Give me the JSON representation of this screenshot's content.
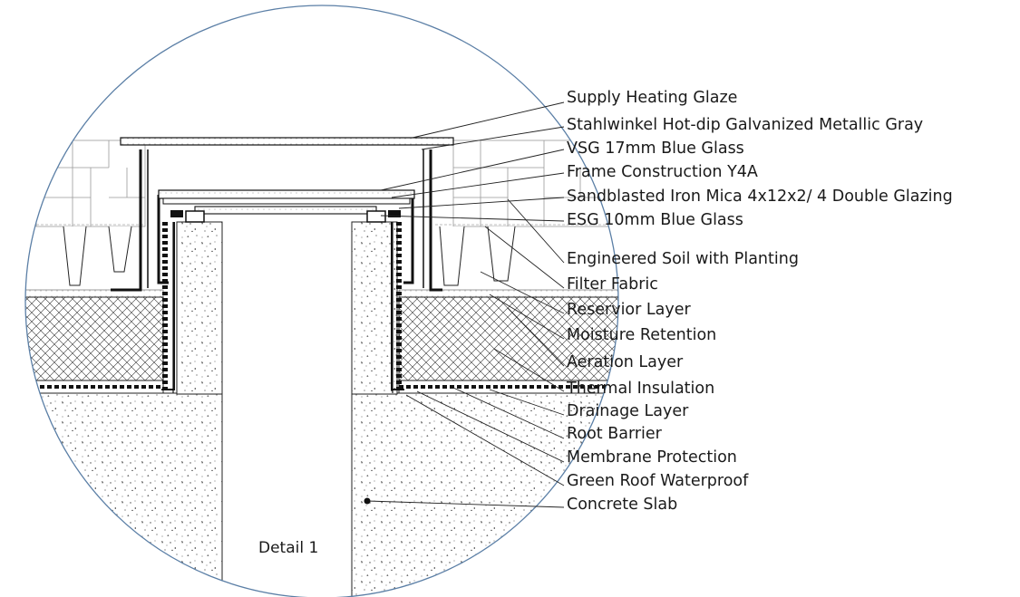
{
  "detail_title": "Detail 1",
  "labels": [
    "Supply Heating Glaze",
    "Stahlwinkel Hot-dip Galvanized Metallic Gray",
    "VSG 17mm Blue Glass",
    "Frame Construction Y4A",
    "Sandblasted Iron Mica 4x12x2/ 4 Double Glazing",
    "ESG 10mm Blue Glass",
    "Engineered Soil with Planting",
    "Filter Fabric",
    "Reservior Layer",
    "Moisture Retention",
    "Aeration Layer",
    "Thermal Insulation",
    "Drainage Layer",
    "Root Barrier",
    "Membrane Protection",
    "Green Roof Waterproof",
    "Concrete Slab"
  ],
  "colors": {
    "circle_outline": "#5b7fa6",
    "line": "#222222",
    "hatch": "#333333",
    "concrete_speckle": "#555555"
  }
}
